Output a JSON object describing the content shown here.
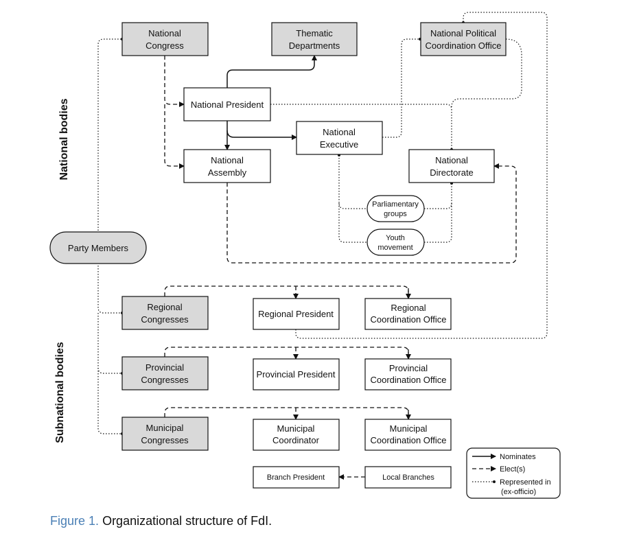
{
  "sections": {
    "national": "National bodies",
    "subnational": "Subnational bodies"
  },
  "nodes": {
    "national_congress": [
      "National",
      "Congress"
    ],
    "thematic_departments": [
      "Thematic",
      "Departments"
    ],
    "political_office": [
      "National Political",
      "Coordination Office"
    ],
    "national_president": [
      "National President"
    ],
    "national_executive": [
      "National",
      "Executive"
    ],
    "national_assembly": [
      "National",
      "Assembly"
    ],
    "national_directorate": [
      "National",
      "Directorate"
    ],
    "parliamentary_groups": [
      "Parliamentary",
      "groups"
    ],
    "youth_movement": [
      "Youth",
      "movement"
    ],
    "party_members": [
      "Party Members"
    ],
    "regional_congresses": [
      "Regional",
      "Congresses"
    ],
    "regional_president": [
      "Regional President"
    ],
    "regional_office": [
      "Regional",
      "Coordination Office"
    ],
    "provincial_congresses": [
      "Provincial",
      "Congresses"
    ],
    "provincial_president": [
      "Provincial President"
    ],
    "provincial_office": [
      "Provincial",
      "Coordination Office"
    ],
    "municipal_congresses": [
      "Municipal",
      "Congresses"
    ],
    "municipal_coordinator": [
      "Municipal",
      "Coordinator"
    ],
    "municipal_office": [
      "Municipal",
      "Coordination Office"
    ],
    "branch_president": [
      "Branch President"
    ],
    "local_branches": [
      "Local Branches"
    ]
  },
  "legend": {
    "nominates": "Nominates",
    "elects": "Elect(s)",
    "represented": [
      "Represented in",
      "(ex-officio)"
    ]
  },
  "caption": {
    "label": "Figure 1.",
    "text": "Organizational structure of FdI."
  },
  "colors": {
    "shaded_fill": "#d9d9d9",
    "caption_accent": "#4a7fb5"
  }
}
